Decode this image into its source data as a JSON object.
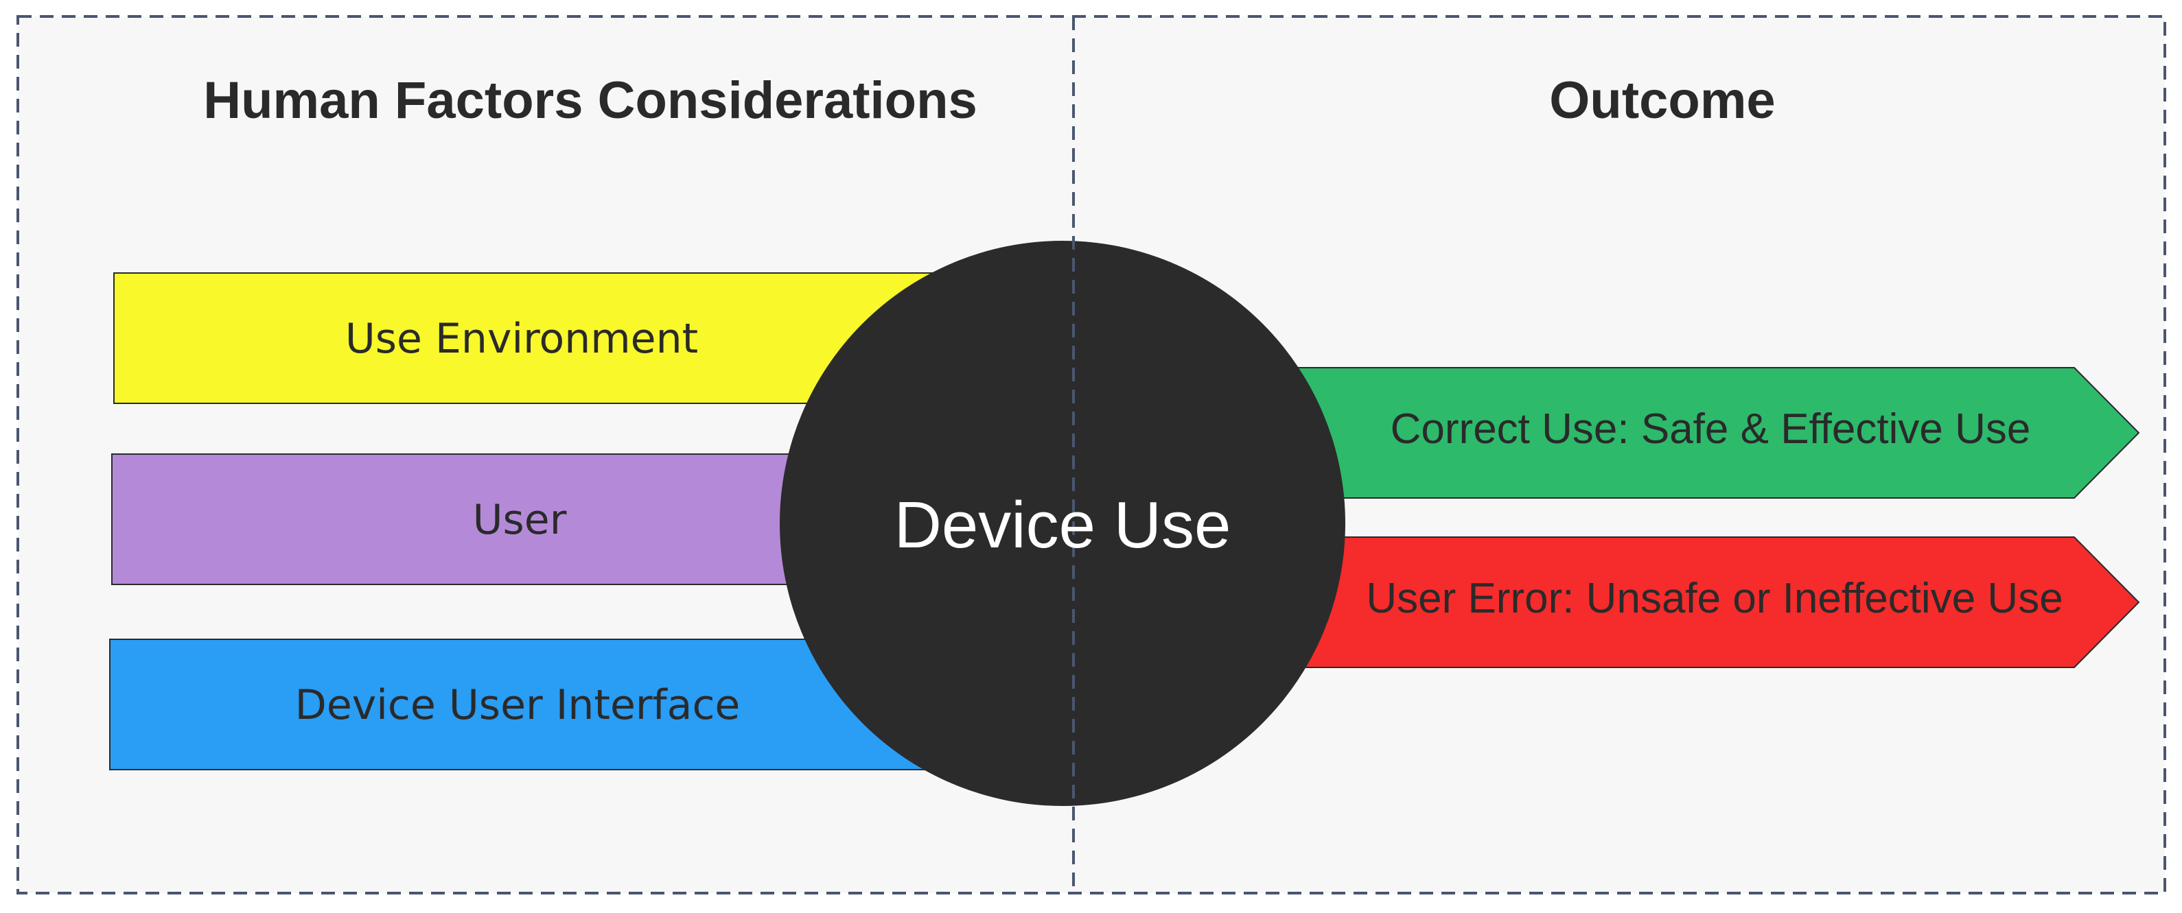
{
  "panels": {
    "left_title": "Human Factors Considerations",
    "right_title": "Outcome"
  },
  "considerations": [
    {
      "label": "Use Environment",
      "color": "#f8f82a"
    },
    {
      "label": "User",
      "color": "#b48ad8"
    },
    {
      "label": "Device User Interface",
      "color": "#2a9df4"
    }
  ],
  "center": {
    "label": "Device Use",
    "color": "#2b2b2b"
  },
  "outcomes": [
    {
      "label": "Correct Use: Safe & Effective Use",
      "color": "#2dba6a"
    },
    {
      "label": "User Error: Unsafe or Ineffective Use",
      "color": "#f62b2b"
    }
  ],
  "colors": {
    "panel_background": "#f7f7f7",
    "dashed_border": "#4a5670"
  }
}
